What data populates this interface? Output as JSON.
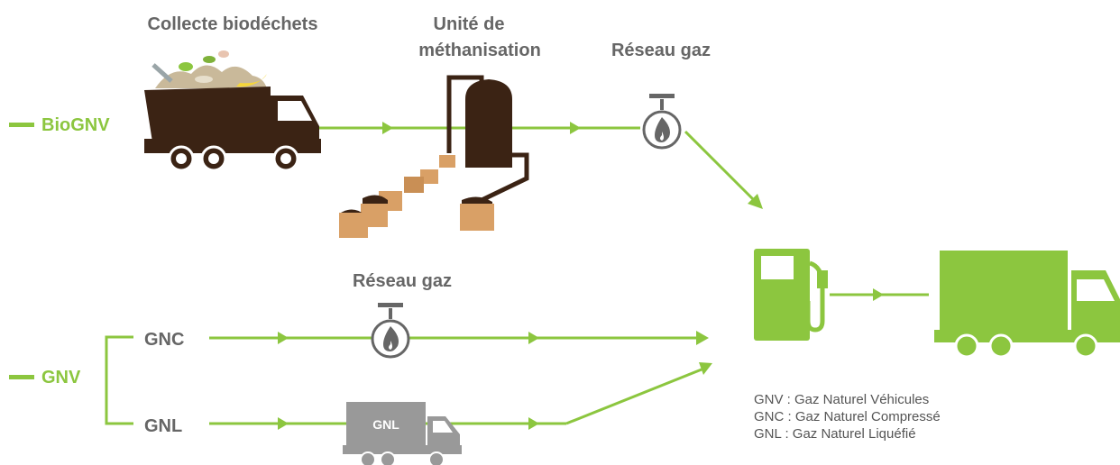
{
  "colors": {
    "green": "#8cc63f",
    "dark_brown": "#3b2314",
    "gray": "#666666",
    "cardboard": "#d9a066",
    "truck_gray": "#999999"
  },
  "headings": {
    "collecte": "Collecte biodéchets",
    "unite_line1": "Unité de",
    "unite_line2": "méthanisation",
    "reseau_top": "Réseau gaz",
    "reseau_mid": "Réseau gaz"
  },
  "flows": {
    "biognv": "BioGNV",
    "gnv": "GNV",
    "gnc": "GNC",
    "gnl": "GNL"
  },
  "truck_tag": "GNL",
  "legend": [
    "GNV : Gaz Naturel Véhicules",
    "GNC : Gaz Naturel Compressé",
    "GNL : Gaz Naturel Liquéfié"
  ],
  "icons": {
    "waste_truck": "garbage-truck-icon",
    "digester": "methanizer-tank-icon",
    "gas_valve": "gas-valve-flame-icon",
    "fuel_pump": "fuel-pump-icon",
    "delivery_truck": "delivery-truck-icon"
  }
}
